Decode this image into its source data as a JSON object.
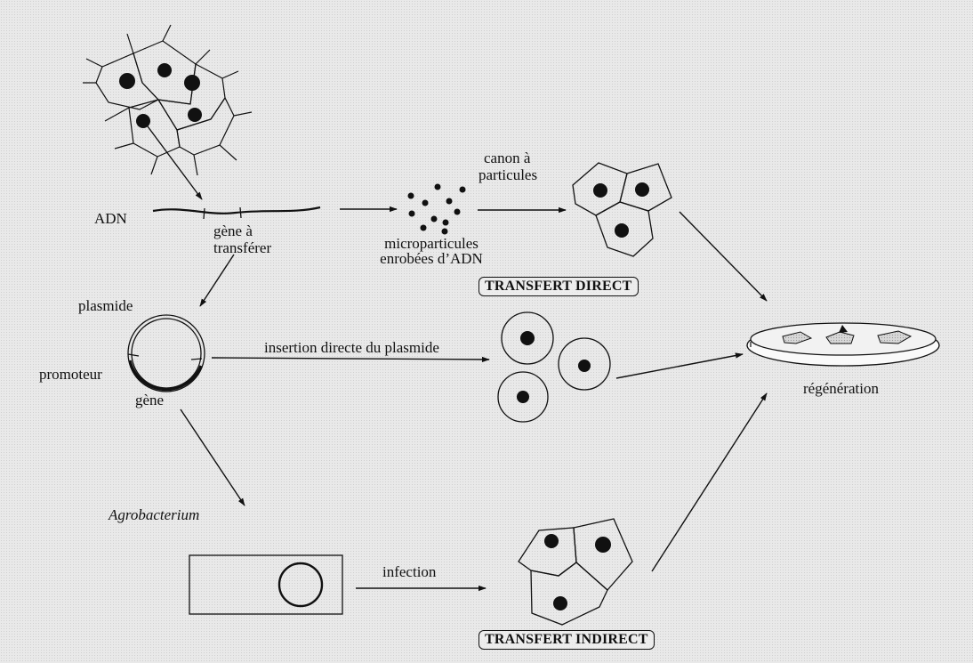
{
  "labels": {
    "adn": "ADN",
    "gene_a_line1": "gène à",
    "gene_a_line2": "transférer",
    "canon_line1": "canon à",
    "canon_line2": "particules",
    "micro_line1": "microparticules",
    "micro_line2": "enrobées d’ADN",
    "plasmide": "plasmide",
    "promoteur": "promoteur",
    "gene": "gène",
    "insertion": "insertion directe du plasmide",
    "agrobacterium": "Agrobacterium",
    "infection": "infection",
    "regeneration": "régénération"
  },
  "banners": {
    "direct": "TRANSFERT DIRECT",
    "indirect": "TRANSFERT INDIRECT"
  }
}
